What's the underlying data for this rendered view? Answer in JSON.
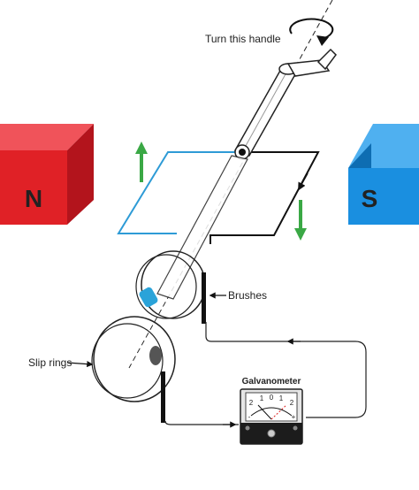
{
  "labels": {
    "handle": "Turn this handle",
    "brushes": "Brushes",
    "slip_rings": "Slip rings",
    "galvanometer": "Galvanometer"
  },
  "magnets": {
    "north": {
      "letter": "N",
      "front": "#e02126",
      "top": "#f0535a",
      "side": "#b3141c"
    },
    "south": {
      "letter": "S",
      "front": "#1a8fe0",
      "top": "#4fb0f0",
      "side": "#0e6db2"
    }
  },
  "galvanometer_scale": {
    "ticks": [
      "2",
      "1",
      "0",
      "1",
      "2"
    ],
    "minus": "-",
    "plus": "+"
  },
  "colors": {
    "coil_left": "#2e9bd6",
    "coil_right": "#111111",
    "motion_arrows": "#3aa845",
    "contact": "#2aa3d9"
  }
}
